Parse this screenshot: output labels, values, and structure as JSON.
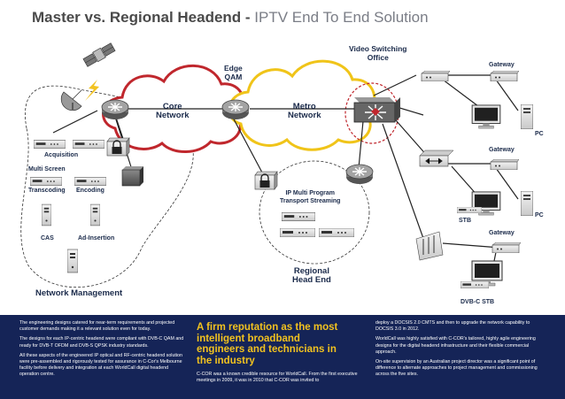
{
  "title": {
    "main": "Master vs. Regional Headend - ",
    "accent": "IPTV End To End Solution"
  },
  "labels": {
    "core_network": [
      "Core",
      "Network"
    ],
    "metro_network": [
      "Metro",
      "Network"
    ],
    "edge_qam": [
      "Edge",
      "QAM"
    ],
    "video_switching_office": [
      "Video Switching",
      "Office"
    ],
    "acquisition": "Acquisition",
    "multi_screen": "Multi Screen",
    "transcoding": "Transcoding",
    "encoding": "Encoding",
    "cas": "CAS",
    "ad_insertion": "Ad-Insertion",
    "network_management": "Network Management",
    "ip_multi_program": [
      "IP Multi Program",
      "Transport Streaming"
    ],
    "regional_head_end": [
      "Regional",
      "Head End"
    ],
    "gateway_1": "Gateway",
    "gateway_2": "Gateway",
    "gateway_3": "Gateway",
    "pc_1": "PC",
    "pc_2": "PC",
    "stb_1": "STB",
    "dvbc_stb": "DVB-C STB"
  },
  "footer": {
    "left_paragraphs": [
      "The engineering designs catered for near-term requirements and projected customer demands making it a relevant solution even for today.",
      "The designs for each IP-centric headend were compliant with DVB-C QAM and ready for DVB-T OFDM and DVB-S QPSK industry standards.",
      "All these aspects of the engineered IP optical and RF-centric headend solution were pre-assembled and rigorously tested for assurance in C-Cor's Melbourne facility before delivery and integration at each WorldCall digital headend operation centre."
    ],
    "headline": "A firm reputation as the most intelligent broadband engineers and technicians in the industry",
    "middle_text": "C-COR was a known credible resource for WorldCall. From the first executive meetings in 2009, it was in 2010 that C-COR was invited to",
    "right_paragraphs": [
      "deploy a DOCSIS 2.0 CMTS and then to upgrade the network capability to DOCSIS 3.0 in 2012.",
      "WorldCall was highly satisfied with C-COR's tailored, highly agile engineering designs for the digital headend infrastructure and their flexible commercial approach.",
      "On-site supervision by an Australian project director was a significant point of difference to alternate approaches to project management and commissioning across the five sites."
    ]
  },
  "colors": {
    "footer_bg": "#152457",
    "headline": "#f2c21f",
    "core_outline": "#c0272d",
    "metro_outline": "#f0c419",
    "vso_ring": "#c0272d",
    "title_accent": "#7a7d86"
  },
  "icons": [
    "satellite-icon",
    "dish-icon",
    "router-icon",
    "lock-icon",
    "server-icon",
    "switch-icon",
    "monitor-icon",
    "gateway-icon",
    "stb-icon",
    "patch-panel-icon"
  ]
}
